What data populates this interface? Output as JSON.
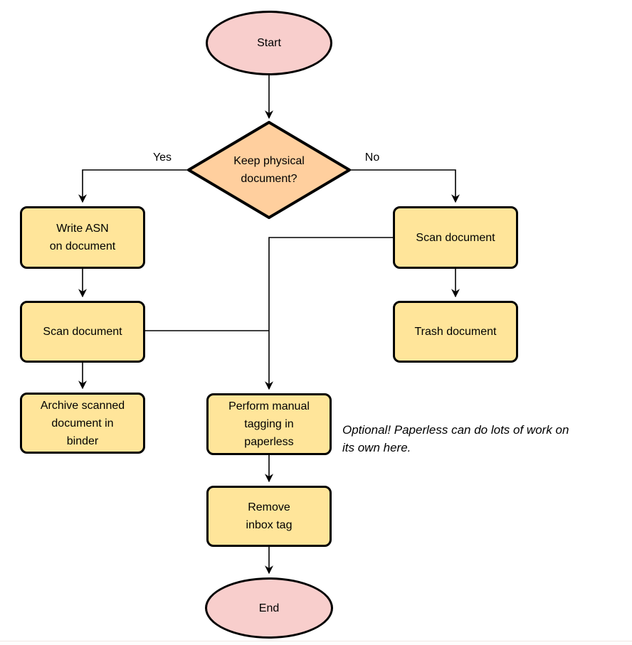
{
  "diagram": {
    "colors": {
      "terminal_fill": "#f8cecc",
      "decision_fill": "#ffcf9e",
      "process_fill": "#ffe59a",
      "stroke": "#000000"
    },
    "nodes": {
      "start": {
        "label": "Start"
      },
      "decision": {
        "label": "Keep physical\ndocument?"
      },
      "write_asn": {
        "label": "Write ASN\non document"
      },
      "scan_left": {
        "label": "Scan document"
      },
      "archive": {
        "label": "Archive scanned\ndocument in\nbinder"
      },
      "scan_right": {
        "label": "Scan document"
      },
      "trash": {
        "label": "Trash document"
      },
      "perform_tagging": {
        "label": "Perform manual\ntagging in\npaperless"
      },
      "remove_inbox": {
        "label": "Remove\ninbox tag"
      },
      "end": {
        "label": "End"
      }
    },
    "edge_labels": {
      "yes": "Yes",
      "no": "No"
    },
    "annotation": "Optional! Paperless can do lots of work on\nits own here."
  }
}
